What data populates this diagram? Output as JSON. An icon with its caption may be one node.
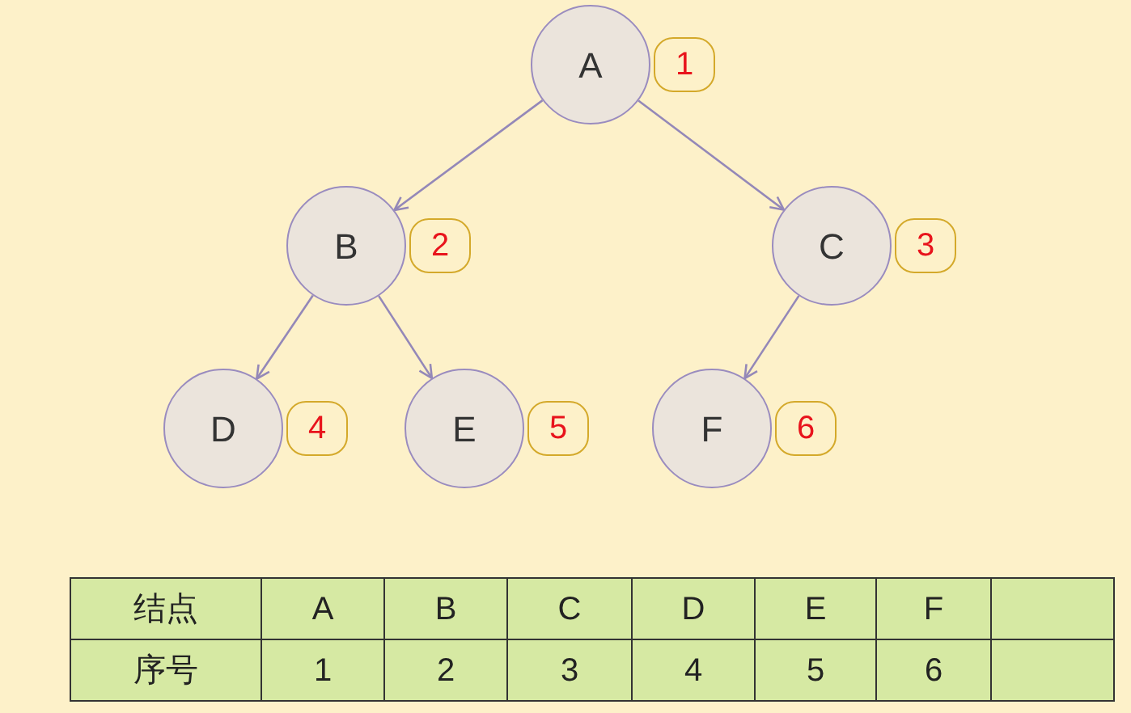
{
  "diagram": {
    "nodes": [
      {
        "text": [
          "A"
        ],
        "beside": [
          "1"
        ]
      },
      {
        "text": [
          "B"
        ],
        "beside": [
          "2"
        ]
      },
      {
        "text": [
          "C"
        ],
        "beside": [
          "3"
        ]
      },
      {
        "text": [
          "D"
        ],
        "beside": [
          "4"
        ]
      },
      {
        "text": [
          "E"
        ],
        "beside": [
          "5"
        ]
      },
      {
        "text": [
          "F"
        ],
        "beside": [
          "6"
        ]
      }
    ],
    "edges": [
      {
        "from": 0,
        "to": 1,
        "arrow": "to"
      },
      {
        "from": 0,
        "to": 2,
        "arrow": "to"
      },
      {
        "from": 1,
        "to": 3,
        "arrow": "to"
      },
      {
        "from": 1,
        "to": 4,
        "arrow": "to"
      },
      {
        "from": 2,
        "to": 5,
        "arrow": "to"
      }
    ],
    "labels": [
      "结点",
      "A",
      "B",
      "C",
      "D",
      "E",
      "F",
      "序号",
      "1",
      "2",
      "3",
      "4",
      "5",
      "6"
    ]
  }
}
